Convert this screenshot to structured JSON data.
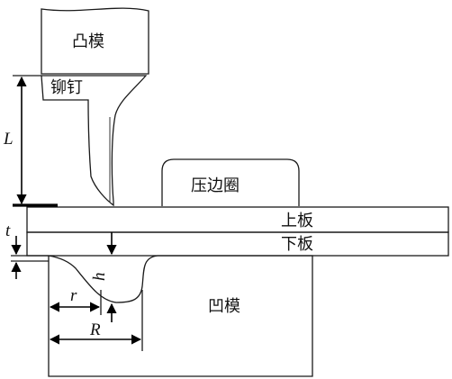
{
  "labels": {
    "punch": "凸模",
    "rivet": "铆钉",
    "blank_holder": "压边圈",
    "upper_sheet": "上板",
    "lower_sheet": "下板",
    "die": "凹模"
  },
  "dimensions": {
    "rivet_length": "L",
    "sheet_thickness": "t",
    "die_depth": "h",
    "inner_radius": "r",
    "outer_radius": "R"
  }
}
